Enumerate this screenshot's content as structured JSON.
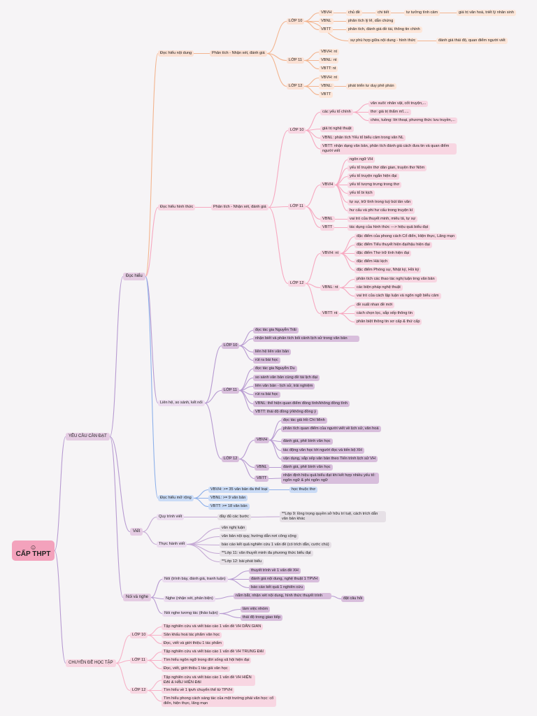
{
  "root": {
    "icon": "smiley-face-icon",
    "title": "CẤP THPT"
  },
  "colors": {
    "doc_hieu": "#f3b48e",
    "doc_hieu_2": "#f7a8c0",
    "lien_he": "#b79ad1",
    "mo_rong": "#8db0ea",
    "viet": "#c4a8d4",
    "chuyen_de": "#f7b1c7"
  },
  "branches": {
    "yeu_cau": "YÊU CẦU CẦN ĐẠT",
    "chuyen_de": "CHUYÊN ĐỀ HỌC TẬP",
    "doc_hieu": "Đọc hiểu",
    "viet": "Viết",
    "noi_nghe": "Nói và nghe"
  },
  "dhnd": {
    "label": "Đọc hiểu nội dung",
    "pt": "Phân tích - Nhận xét, đánh giá",
    "l10": "LỚP 10",
    "l11": "LỚP 11",
    "l12": "LỚP 12",
    "vbvh": "VBVH",
    "chu_de": "chủ đề",
    "chi_tiet": "chi tiết",
    "tu_tuong": "tư tưởng tình cảm",
    "gia_tri": "giá trị văn hoá, triết lý nhân sinh",
    "vbnl": "VBNL",
    "vbnl_t": "phân tích lý lẽ, dẫn chứng",
    "vbtt": "VBTT",
    "vbtt_t": "phân tích, đánh giá đề tài, thông tin chính",
    "phu_hop": "sự phù hợp giữa nội dung - hình thức",
    "thai_do": "đánh giá thái độ, quan điểm người viết",
    "l11_vbvh": "VBVH: nt",
    "l11_vbnl": "VBNL: nt",
    "l11_vbtt": "VBTT: nt",
    "l12_vbvh": "VBVH: nt",
    "l12_vbnl": "VBNL:",
    "l12_vbnl_t": "phát triển tư duy phê phán",
    "l12_vbtt": "VBTT"
  },
  "dhht": {
    "label": "Đọc hiểu hình thức",
    "pt": "Phân tích - Nhận xét, đánh giá",
    "l10": "LỚP 10",
    "l11": "LỚP 11",
    "l12": "LỚP 12",
    "yeu_to": "các yếu tố chính",
    "van_xuoi": "văn xuôi: nhân vật, cốt truyện,...",
    "tho": "thơ: giá trị thẩm mĩ.....",
    "cheo": "chèo, tuồng: lời thoại, phương thức lưu truyền,...",
    "gia_tri_nt": "giá trị nghệ thuật",
    "vbnl_10": "VBNL: phân tích Yếu tố biểu cảm trong văn NL",
    "vbtt_10": "VBTT: nhận dạng văn bản, phân tích đánh giá cách đưa tin và quan điểm người viết",
    "vbvh_11": "VBVH",
    "l11_items": [
      "ngôn ngữ VH",
      "yếu tố truyện thơ dân gian, truyện thơ Nôm",
      "yếu tố truyện ngắn hiện đại",
      "yếu tố tượng trưng trong thơ",
      "yếu tố bi kịch",
      "tự sự, trữ tình trong tuỳ bút tản văn",
      "hư cấu và phi hư cấu trong truyện kí"
    ],
    "vbnl_11": "VBNL",
    "vbnl_11_t": "vai trò của thuyết minh, miêu tả, tự sự",
    "vbtt_11": "VBTT",
    "vbtt_11_t": "tác dụng của hình thức ---> hiệu quả biểu đạt",
    "vbvh_12": "VBVH: nt",
    "l12_vh": [
      "đặc điểm của phong cách Cổ điển, Hiện thực, Lãng mạn",
      "đặc điểm Tiểu thuyết hiện đại/hậu hiện đại",
      "đặc điểm Thơ trữ tình hiện đại",
      "đặc điểm Hài kịch",
      "đặc điểm Phóng sự, Nhật ký, Hồi ký"
    ],
    "vbnl_12": "VBNL: nt",
    "l12_nl": [
      "phân tích các thao tác nghị luận trng văn bản",
      "các biện pháp nghệ thuật",
      "vai trò của cách lập luận và ngôn ngữ biểu cảm"
    ],
    "vbtt_12": "VBTT: nt",
    "l12_tt": [
      "đề xuất nhan đề mới",
      "cách chọn lọc, sắp xếp thông tin",
      "phân biệt thông tin sơ cấp & thứ cấp"
    ]
  },
  "lhsk": {
    "label": "Liên hệ, so sánh, kết nối",
    "l10": "LỚP 10",
    "l10_items": [
      "đọc tác gia Nguyễn Trãi",
      "nhận biết và phân tích bối cảnh lịch sử trong văn bản",
      "liên hệ liên văn bản",
      "rút ra bài học"
    ],
    "l11": "LỚP 11",
    "l11_items": [
      "đọc tác gia Nguyễn Du",
      "so sánh văn bản cùng đề tài lịch đại",
      "liên văn bản - lịch sử, trải nghiệm",
      "rút ra bài học",
      "VBNL: thể hiện quan điểm đồng tình/không đồng tình",
      "VBTT: thái độ đồng ý/không đồng ý"
    ],
    "l12": "LỚP 12",
    "vbvh": "VBVH",
    "l12_vh": [
      "đọc tác giả Hồ Chí Minh",
      "phân tích quan điểm của người viết về lịch sử, văn hoá",
      "đánh giá, phê bình văn học",
      "tác động văn học tới người đọc và tiến bộ XH",
      "vận dụng, sắp xếp văn bản theo Tiến trình lịch sử VH"
    ],
    "vbnl": "VBNL",
    "vbnl_t": "đánh giá, phê bình văn học",
    "vbtt": "VBTT",
    "vbtt_t": "nhận định hiệu quả biểu đạt khi kết hợp nhiều yếu tố: ngôn ngữ & phi ngôn ngữ"
  },
  "dhmr": {
    "label": "Đọc hiểu mở rộng",
    "items": [
      "VBVH: >= 35 văn bản đa thể loại",
      "VBNL: >= 9 văn bản",
      "VBTT: >= 18 văn bản"
    ],
    "hoc_thuoc": "học thuộc thơ"
  },
  "viet": {
    "quy_trinh": "Quy trình viết",
    "day_du": "đầy đủ các bước",
    "lop9": "**Lớp 9: lồng trọng quyền sở hữu trí tuệ, cách trích dẫn văn bản khác",
    "thuc_hanh": "Thực hành viết",
    "items": [
      "văn nghị luận",
      "văn bản nội quy, hướng dẫn nơi công cộng",
      "báo cáo kết quả nghiên cứu 1 vấn đề (có trích dẫn, cước chú)",
      "**Lớp 11: văn thuyết minh đa phương thức biểu đạt",
      "**Lớp 12: bài phát biểu"
    ]
  },
  "noi_nghe": {
    "noi": "Nói (trình bày, đánh giá, tranh luận)",
    "noi_items": [
      "thuyết trình về 1 vấn đề XH",
      "đánh giá nội dung, nghệ thuật 1 TPVH",
      "báo cáo kết quả 1 nghiên cứu"
    ],
    "nghe": "Nghe (nhận xét, phản biện)",
    "nghe_t": "nắm bắt, nhận xét nội dung, hình thức thuyết trình",
    "dat_cau_hoi": "đặt câu hỏi",
    "tuong_tac": "Nói nghe tương tác (thảo luận)",
    "tuong_tac_items": [
      "làm việc nhóm",
      "thái độ trong giao tiếp"
    ]
  },
  "chuyen_de": {
    "l10": "LỚP 10",
    "l10_items": [
      "Tập nghiên cứu và viết báo cáo 1 vấn đề VH DÂN GIAN",
      "Sân khấu hoá tác phẩm văn học",
      "Đọc, viết và giới thiệu 1 tác phẩm"
    ],
    "l11": "LỚP 11",
    "l11_items": [
      "Tập nghiên cứu và viết báo cáo 1 vấn đề VH TRUNG ĐẠI",
      "Tìm hiểu ngôn ngữ trong đời sống xã hội hiện đại",
      "Đọc, viết, giới thiệu 1 tác giả văn học"
    ],
    "l12": "LỚP 12",
    "l12_items": [
      "Tập nghiên cứu và viết báo cáo 1 vấn đề VH HIỆN ĐẠI & HẬU HIỆN ĐẠI",
      "Tìm hiểu về 1 tpvh chuyển thể từ TPVH",
      "Tìm hiểu phong cách sáng tác của một trường phái văn học: cổ điển, hiện thực, lãng mạn"
    ]
  }
}
